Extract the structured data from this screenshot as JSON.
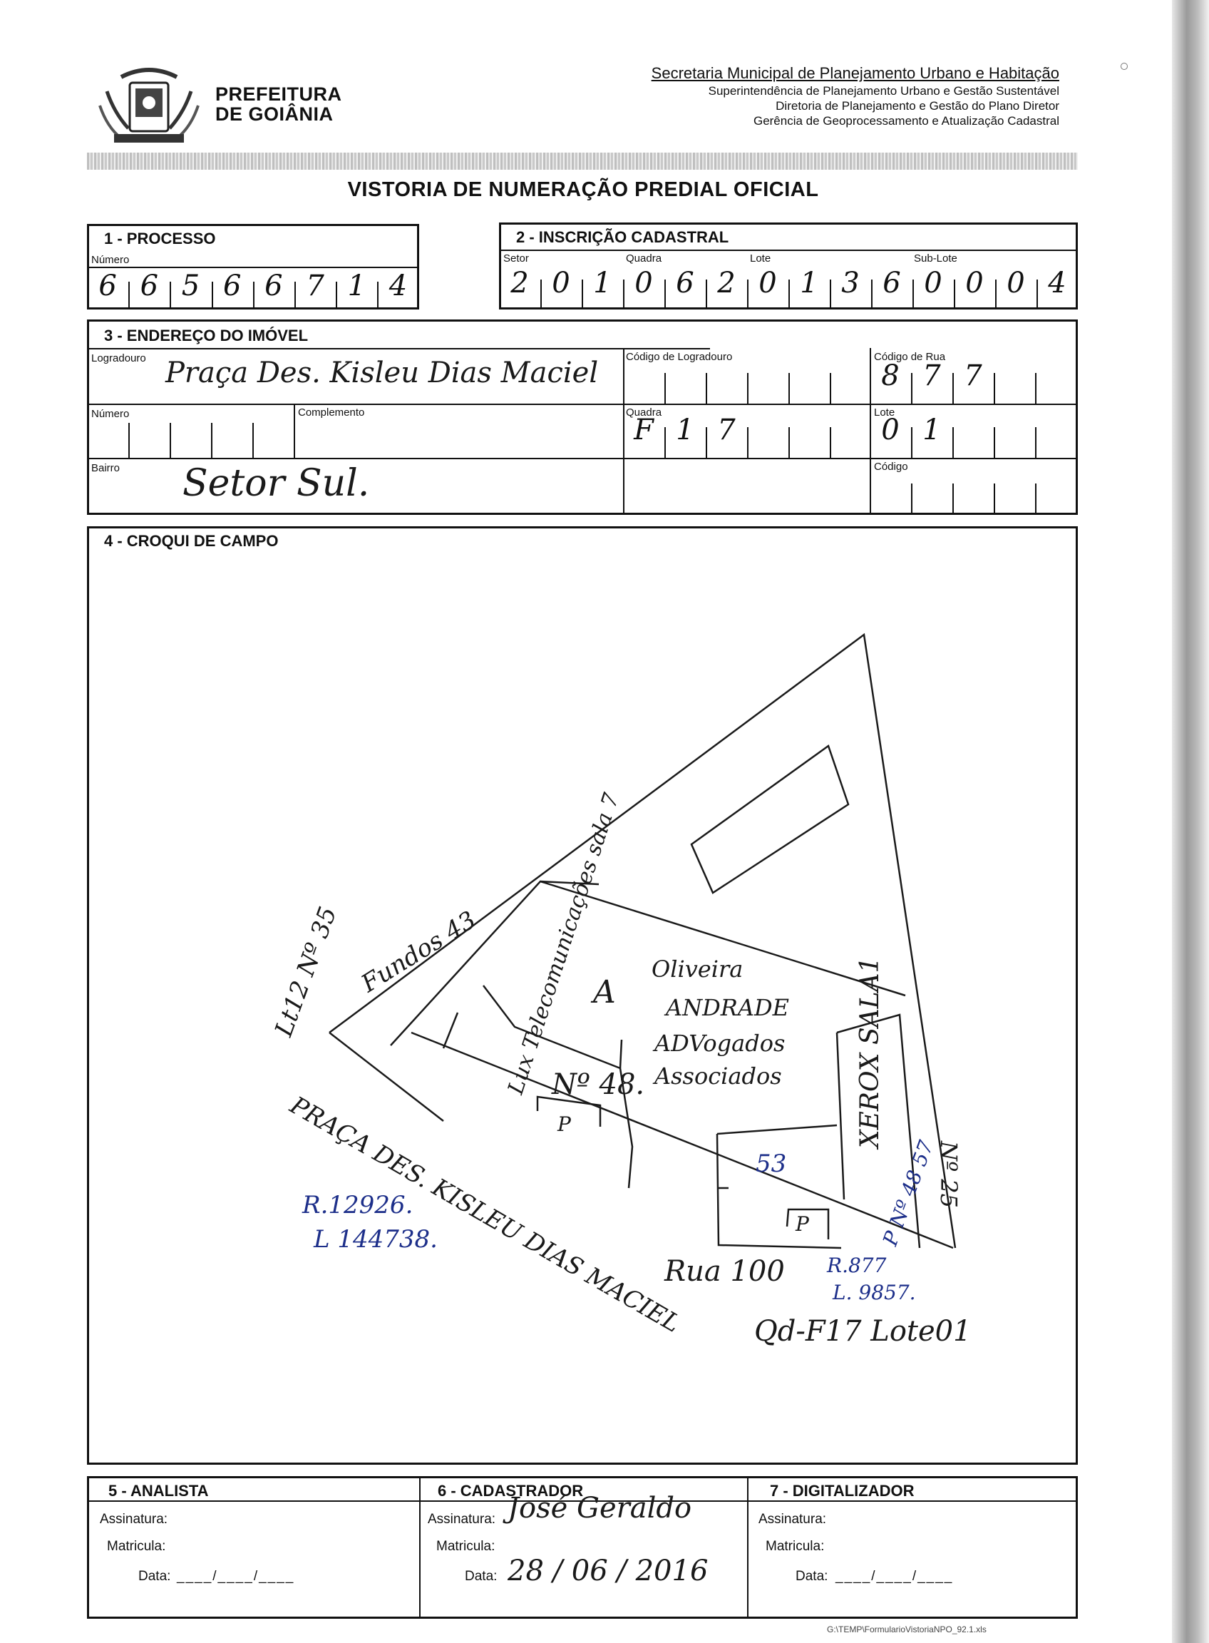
{
  "header": {
    "org_line1": "PREFEITURA",
    "org_line2": "DE GOIÂNIA",
    "secretaria": "Secretaria Municipal de Planejamento Urbano e Habitação",
    "superintendencia": "Superintendência de Planejamento Urbano e Gestão Sustentável",
    "diretoria": "Diretoria de Planejamento e Gestão do Plano Diretor",
    "gerencia": "Gerência de Geoprocessamento e Atualização Cadastral"
  },
  "title": "VISTORIA DE NUMERAÇÃO PREDIAL OFICIAL",
  "processo": {
    "title": "1 - PROCESSO",
    "numero_label": "Número",
    "digits": [
      "6",
      "6",
      "5",
      "6",
      "6",
      "7",
      "1",
      "4"
    ]
  },
  "inscricao": {
    "title": "2 - INSCRIÇÃO CADASTRAL",
    "setor_label": "Setor",
    "quadra_label": "Quadra",
    "lote_label": "Lote",
    "sublote_label": "Sub-Lote",
    "digits": [
      "2",
      "0",
      "1",
      "0",
      "6",
      "2",
      "0",
      "1",
      "3",
      "6",
      "0",
      "0",
      "0",
      "4"
    ]
  },
  "endereco": {
    "title": "3 - ENDEREÇO DO IMÓVEL",
    "logradouro_label": "Logradouro",
    "logradouro_value": "Praça Des. Kisleu Dias Maciel",
    "codigo_logradouro_label": "Código de Logradouro",
    "codigo_rua_label": "Código de Rua",
    "codigo_rua_digits": [
      "8",
      "7",
      "7"
    ],
    "numero_label": "Número",
    "complemento_label": "Complemento",
    "quadra_label": "Quadra",
    "quadra_digits": [
      "F",
      "1",
      "7"
    ],
    "lote_label": "Lote",
    "lote_digits": [
      "0",
      "1"
    ],
    "bairro_label": "Bairro",
    "bairro_value": "Setor Sul.",
    "codigo_label": "Código"
  },
  "croqui": {
    "title": "4 - CROQUI DE CAMPO",
    "notes": {
      "fundos": "Fundos 43",
      "lt12": "Lt12 Nº 35",
      "lux": "Lux Telecomunicações sala 7",
      "letter_a": "A",
      "oliveira1": "Oliveira",
      "oliveira2": "ANDRADE",
      "oliveira3": "ADVogados",
      "oliveira4": "Associados",
      "no48": "Nº 48.",
      "p1": "P",
      "num53": "53",
      "p2": "P",
      "xerox": "XEROX SALA1",
      "num57": "P Nº 48 57",
      "no25": "Nº 25",
      "praca": "PRAÇA DES. KISLEU DIAS MACIEL",
      "r12926": "R.12926.",
      "l144738": "L 144738.",
      "rua100": "Rua 100",
      "r877": "R.877",
      "l9857": "L. 9857.",
      "qd_lote": "Qd-F17 Lote01"
    }
  },
  "analista": {
    "title": "5 - ANALISTA",
    "assinatura_label": "Assinatura:",
    "matricula_label": "Matricula:",
    "data_label": "Data:",
    "data_value": "____/____/____"
  },
  "cadastrador": {
    "title": "6 - CADASTRADOR",
    "assinatura_label": "Assinatura:",
    "signature": "José Geraldo",
    "matricula_label": "Matricula:",
    "data_label": "Data:",
    "data_value": "28 / 06 / 2016"
  },
  "digitalizador": {
    "title": "7 - DIGITALIZADOR",
    "assinatura_label": "Assinatura:",
    "matricula_label": "Matricula:",
    "data_label": "Data:",
    "data_value": "____/____/____"
  },
  "footer_path": "G:\\TEMP\\FormularioVistoriaNPO_92.1.xls"
}
